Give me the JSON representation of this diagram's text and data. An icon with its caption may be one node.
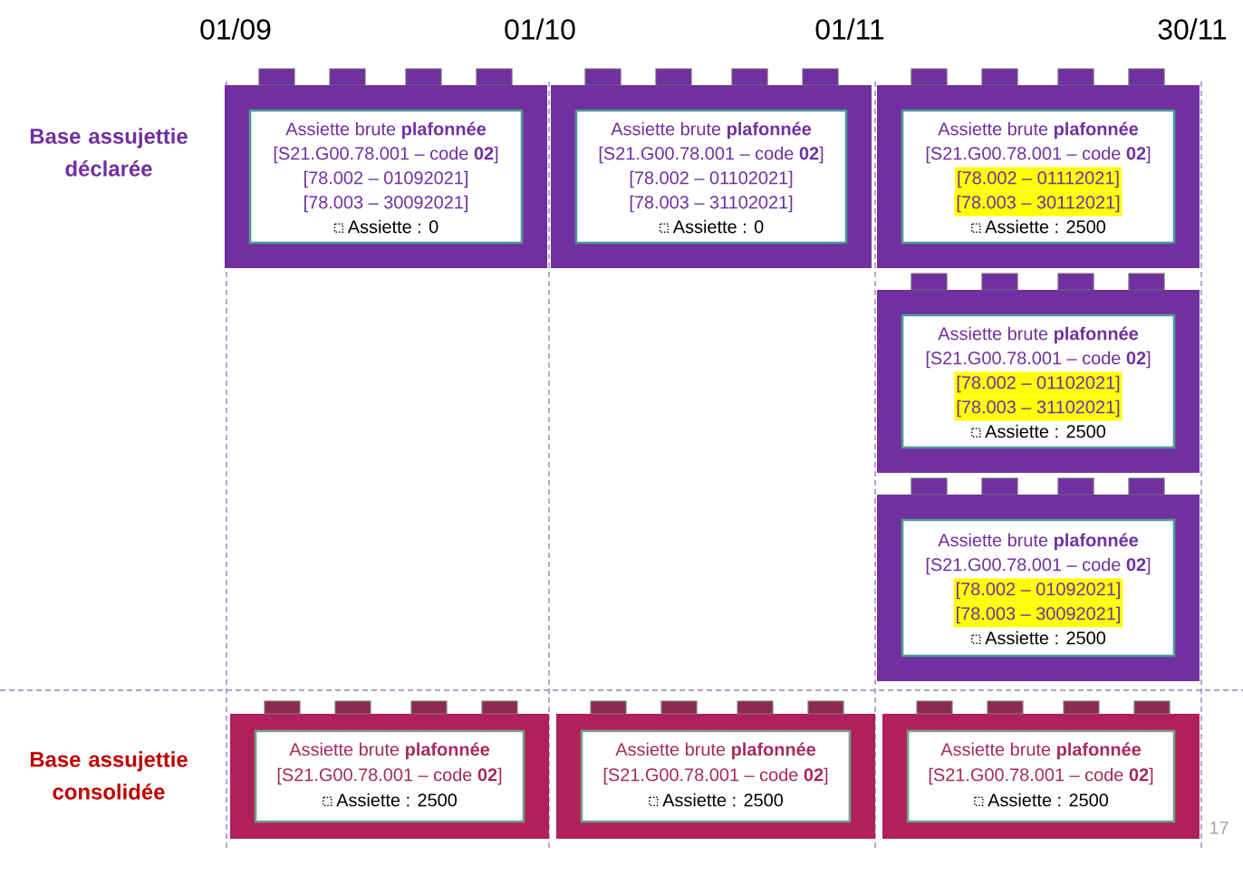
{
  "diagram": {
    "nodes": [
      {
        "text": [],
        "shape": "box"
      },
      {
        "text": [
          "Assiette brute **plafonnée**",
          "[S21.G00.78.001 – code **02**]",
          "[78.002 – 01092021]",
          "[78.003 – 30092021]",
          "Assiette : 0"
        ],
        "in": 0
      },
      {
        "text": [],
        "shape": "box"
      },
      {
        "text": [
          "Assiette brute **plafonnée**",
          "[S21.G00.78.001 – code **02**]",
          "[78.002 – 01102021]",
          "[78.003 – 31102021]",
          "Assiette : 0"
        ],
        "in": 2
      },
      {
        "text": [],
        "shape": "box"
      },
      {
        "text": [
          "Assiette brute **plafonnée**",
          "[S21.G00.78.001 – code **02**]",
          "[78.002 – 01112021]",
          "[78.003 – 30112021]",
          "Assiette : 2500"
        ],
        "in": 4
      },
      {
        "text": [],
        "shape": "box"
      },
      {
        "text": [
          "Assiette brute **plafonnée**",
          "[S21.G00.78.001 – code **02**]",
          "[78.002 – 01102021]",
          "[78.003 – 31102021]",
          "Assiette : 2500"
        ],
        "in": 6
      },
      {
        "text": [],
        "shape": "box"
      },
      {
        "text": [
          "Assiette brute **plafonnée**",
          "[S21.G00.78.001 – code **02**]",
          "[78.002 – 01092021]",
          "[78.003 – 30092021]",
          "Assiette : 2500"
        ],
        "in": 8
      },
      {
        "text": [],
        "shape": "box"
      },
      {
        "text": [
          "Assiette brute **plafonnée**",
          "[S21.G00.78.001 – code **02**]",
          "Assiette : 2500"
        ],
        "in": 10
      },
      {
        "text": [],
        "shape": "box"
      },
      {
        "text": [
          "Assiette brute **plafonnée**",
          "[S21.G00.78.001 – code **02**]",
          "Assiette : 2500"
        ],
        "in": 12
      },
      {
        "text": [],
        "shape": "box"
      },
      {
        "text": [
          "Assiette brute **plafonnée**",
          "[S21.G00.78.001 – code **02**]",
          "Assiette : 2500"
        ],
        "in": 14
      }
    ],
    "labels": [
      "01/09",
      "01/10",
      "01/11",
      "30/11",
      "Base assujettie déclarée",
      "Base assujettie consolidée",
      "17"
    ]
  }
}
